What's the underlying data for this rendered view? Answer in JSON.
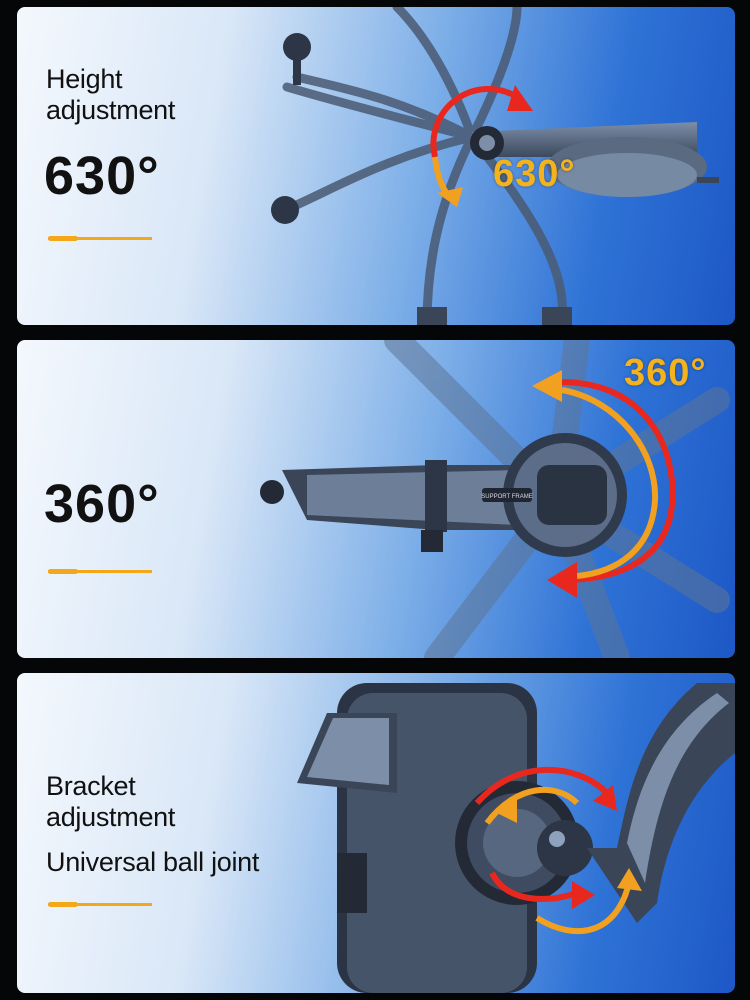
{
  "panels": [
    {
      "label_lines": [
        "Height",
        "adjustment"
      ],
      "degree": "630°",
      "overlay_degree": "630°",
      "arrow_colors": {
        "red": "#e8281e",
        "orange": "#f2a020"
      }
    },
    {
      "degree": "360°",
      "overlay_degree": "360°",
      "mount_text": "SUPPORT FRAME"
    },
    {
      "label_lines": [
        "Bracket",
        "adjustment"
      ],
      "sub_label": "Universal ball joint"
    }
  ],
  "colors": {
    "accent_line": "#f3a81a",
    "panel_light": "#f4f8fd",
    "panel_dark": "#1d58c6"
  }
}
